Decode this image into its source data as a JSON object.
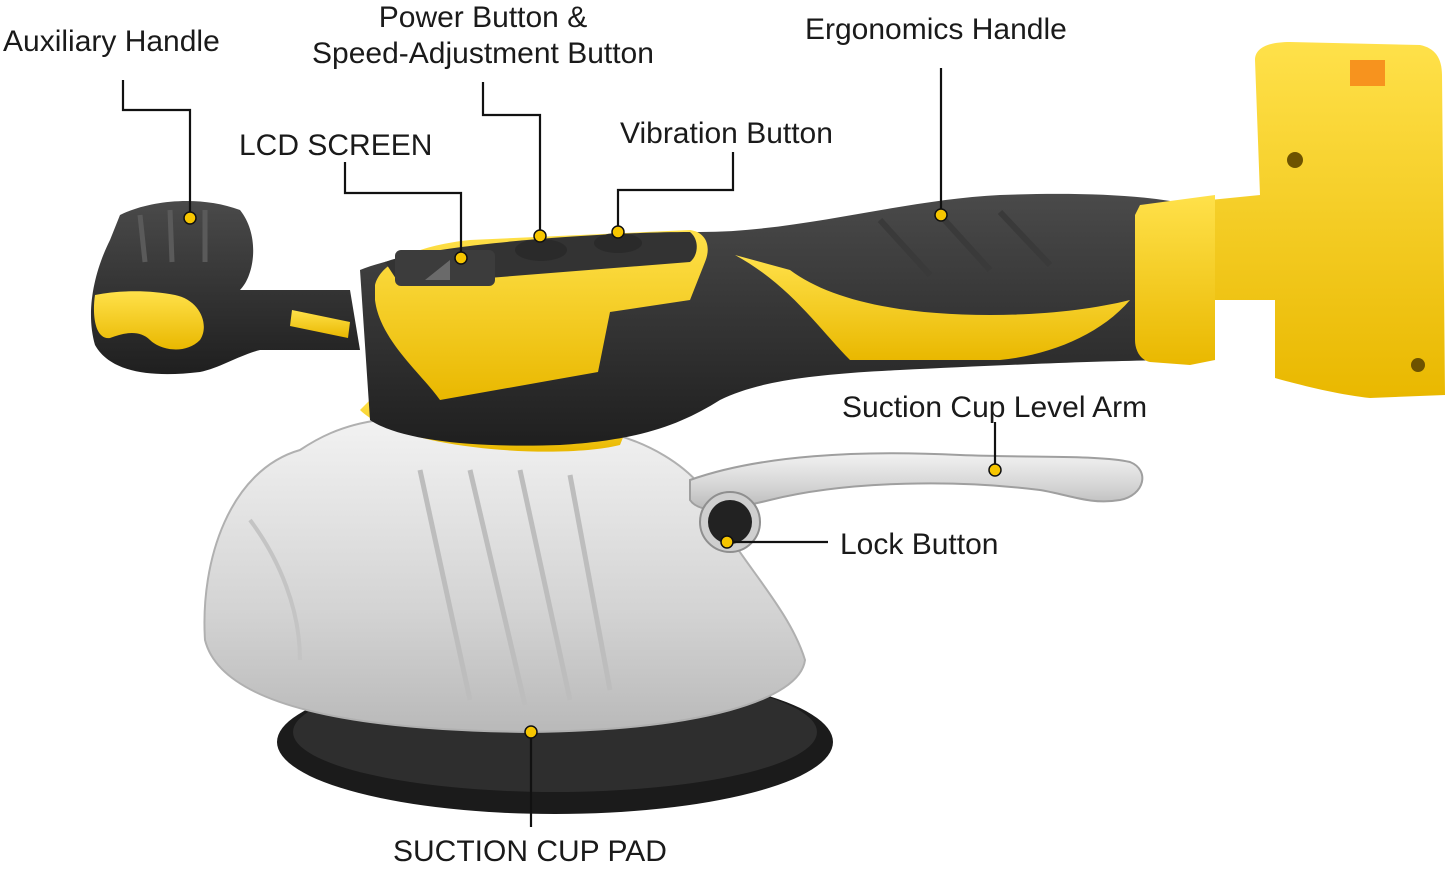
{
  "labels": {
    "auxiliary_handle": "Auxiliary Handle",
    "power_button_line1": "Power Button &",
    "power_button_line2": "Speed-Adjustment Button",
    "ergonomics_handle": "Ergonomics Handle",
    "lcd_screen": "LCD SCREEN",
    "vibration_button": "Vibration Button",
    "suction_cup_level_arm": "Suction Cup Level Arm",
    "lock_button": "Lock Button",
    "suction_cup_pad": "SUCTION CUP PAD"
  },
  "colors": {
    "accent_yellow": "#f7cf12",
    "body_black": "#2b2b2b",
    "metal_silver": "#d6d6d6",
    "callout_line": "#111111"
  }
}
